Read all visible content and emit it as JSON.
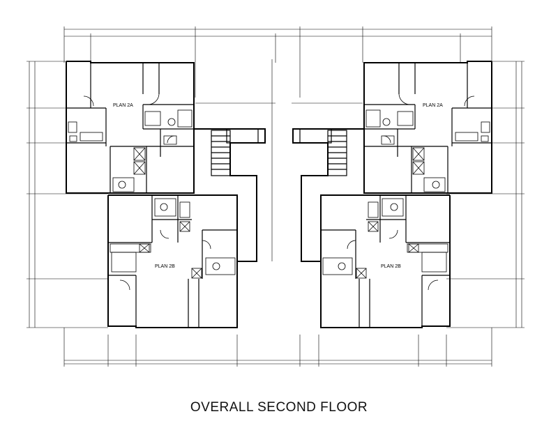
{
  "drawing": {
    "title": "OVERALL SECOND FLOOR",
    "units": [
      "PLAN 2A",
      "PLAN 2B",
      "PLAN 2A",
      "PLAN 2B"
    ],
    "line_color": "#000000",
    "background": "#ffffff"
  }
}
